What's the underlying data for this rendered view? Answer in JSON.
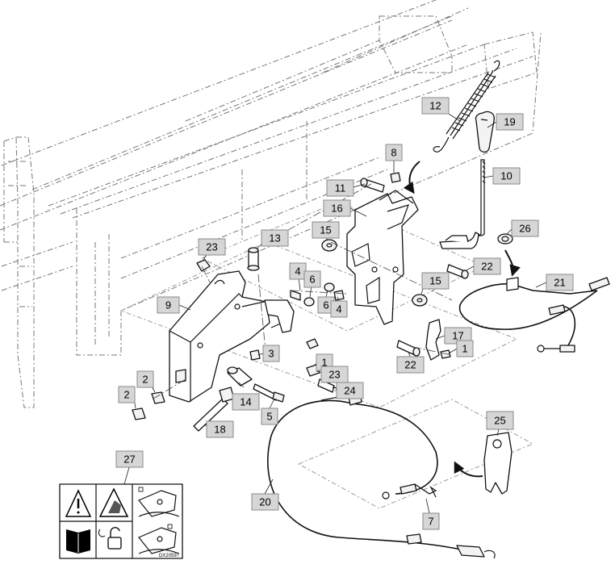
{
  "diagram": {
    "callouts": [
      {
        "id": "c12",
        "label": "12"
      },
      {
        "id": "c19",
        "label": "19"
      },
      {
        "id": "c8",
        "label": "8"
      },
      {
        "id": "c10",
        "label": "10"
      },
      {
        "id": "c11",
        "label": "11"
      },
      {
        "id": "c16",
        "label": "16"
      },
      {
        "id": "c26",
        "label": "26"
      },
      {
        "id": "c13",
        "label": "13"
      },
      {
        "id": "c15a",
        "label": "15"
      },
      {
        "id": "c23a",
        "label": "23"
      },
      {
        "id": "c22a",
        "label": "22"
      },
      {
        "id": "c4a",
        "label": "4"
      },
      {
        "id": "c6a",
        "label": "6"
      },
      {
        "id": "c21",
        "label": "21"
      },
      {
        "id": "c15b",
        "label": "15"
      },
      {
        "id": "c9",
        "label": "9"
      },
      {
        "id": "c6b",
        "label": "6"
      },
      {
        "id": "c4b",
        "label": "4"
      },
      {
        "id": "c17",
        "label": "17"
      },
      {
        "id": "c3",
        "label": "3"
      },
      {
        "id": "c1a",
        "label": "1"
      },
      {
        "id": "c22b",
        "label": "22"
      },
      {
        "id": "c1b",
        "label": "1"
      },
      {
        "id": "c23b",
        "label": "23"
      },
      {
        "id": "c2a",
        "label": "2"
      },
      {
        "id": "c24",
        "label": "24"
      },
      {
        "id": "c2b",
        "label": "2"
      },
      {
        "id": "c14",
        "label": "14"
      },
      {
        "id": "c5",
        "label": "5"
      },
      {
        "id": "c18",
        "label": "18"
      },
      {
        "id": "c25",
        "label": "25"
      },
      {
        "id": "c27",
        "label": "27"
      },
      {
        "id": "c20",
        "label": "20"
      },
      {
        "id": "c7",
        "label": "7"
      }
    ],
    "decal_code": "DX20597"
  },
  "colors": {
    "callout_fill": "#d6d6d6",
    "callout_border": "#8a8a8a",
    "line": "#111111",
    "phantom": "#9a9a9a"
  }
}
